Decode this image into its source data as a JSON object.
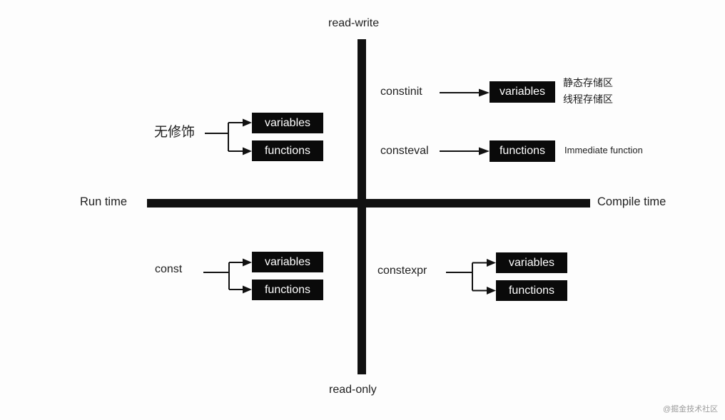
{
  "axes": {
    "top_label": "read-write",
    "bottom_label": "read-only",
    "left_label": "Run time",
    "right_label": "Compile time"
  },
  "quadrants": {
    "top_left": {
      "keyword": "无修饰",
      "targets": [
        "variables",
        "functions"
      ]
    },
    "top_right": {
      "rows": [
        {
          "keyword": "constinit",
          "target": "variables",
          "annotations": [
            "静态存储区",
            "线程存储区"
          ]
        },
        {
          "keyword": "consteval",
          "target": "functions",
          "annotations": [
            "Immediate function"
          ]
        }
      ]
    },
    "bottom_left": {
      "keyword": "const",
      "targets": [
        "variables",
        "functions"
      ]
    },
    "bottom_right": {
      "keyword": "constexpr",
      "targets": [
        "variables",
        "functions"
      ]
    }
  },
  "watermark": "@掘金技术社区",
  "colors": {
    "background": "#fdfdfd",
    "ink": "#111111",
    "label_text": "#212121",
    "box_background": "#0a0a0a",
    "box_text": "#fefefe",
    "watermark_text": "#9c9c9c"
  }
}
